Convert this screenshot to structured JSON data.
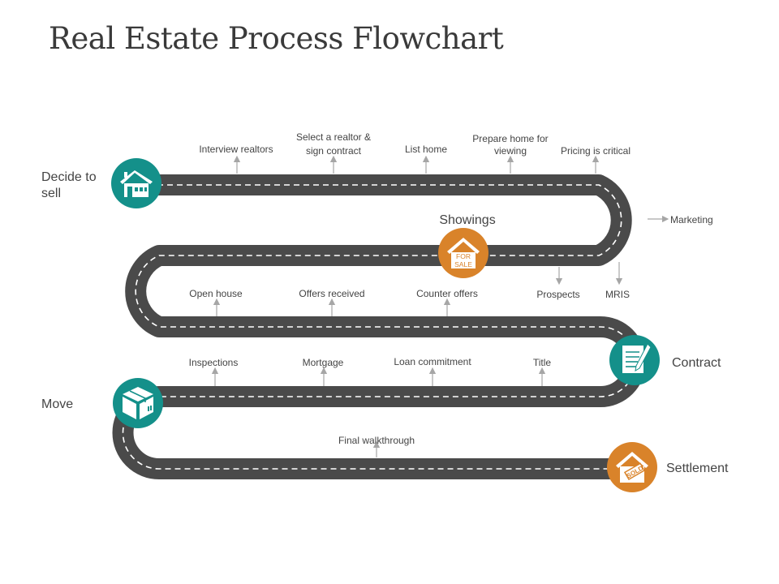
{
  "title": "Real Estate Process Flowchart",
  "colors": {
    "road": "#4a4a4a",
    "dash": "#ffffff",
    "teal": "#14908a",
    "orange": "#d9832a",
    "arrow": "#a6a6a6",
    "text": "#444444"
  },
  "stages": {
    "decide": [
      "Decide to",
      "sell"
    ],
    "showings": "Showings",
    "contract": "Contract",
    "move": "Move",
    "settlement": "Settlement"
  },
  "badges": {
    "for_sale": [
      "FOR",
      "SALE"
    ],
    "sold": "SOLD"
  },
  "steps": {
    "interview": "Interview realtors",
    "select": [
      "Select a realtor &",
      "sign contract"
    ],
    "list_home": "List home",
    "prepare": [
      "Prepare home for",
      "viewing"
    ],
    "pricing": "Pricing is critical",
    "marketing": "Marketing",
    "prospects": "Prospects",
    "mris": "MRIS",
    "open_house": "Open house",
    "offers": "Offers received",
    "counter": "Counter offers",
    "inspections": "Inspections",
    "mortgage": "Mortgage",
    "loan": "Loan commitment",
    "title_step": "Title",
    "final": "Final walkthrough"
  }
}
